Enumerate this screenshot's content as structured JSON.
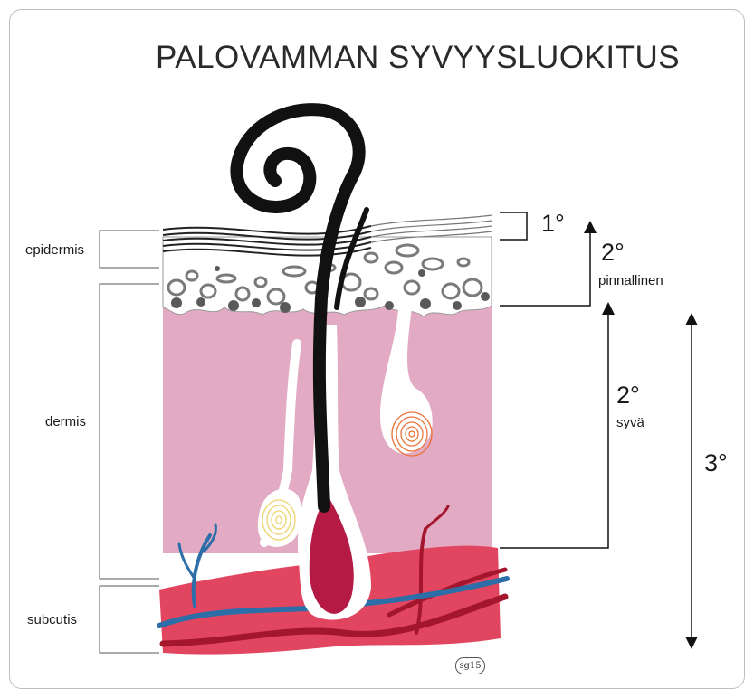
{
  "title": "PALOVAMMAN SYVYYSLUOKITUS",
  "layers": {
    "epidermis": "epidermis",
    "dermis": "dermis",
    "subcutis": "subcutis"
  },
  "degrees": {
    "first": "1°",
    "second_superficial": "2°",
    "second_superficial_sub": "pinnallinen",
    "second_deep": "2°",
    "second_deep_sub": "syvä",
    "third": "3°"
  },
  "signature": "sg15",
  "colors": {
    "dermis": "#e3aac4",
    "subcutis": "#e24560",
    "vein": "#2c6fa8",
    "artery": "#a3162c",
    "hair": "#111111",
    "bulb": "#b51a45",
    "gland_orange": "#e9733a",
    "gland_yellow": "#eed46c"
  }
}
